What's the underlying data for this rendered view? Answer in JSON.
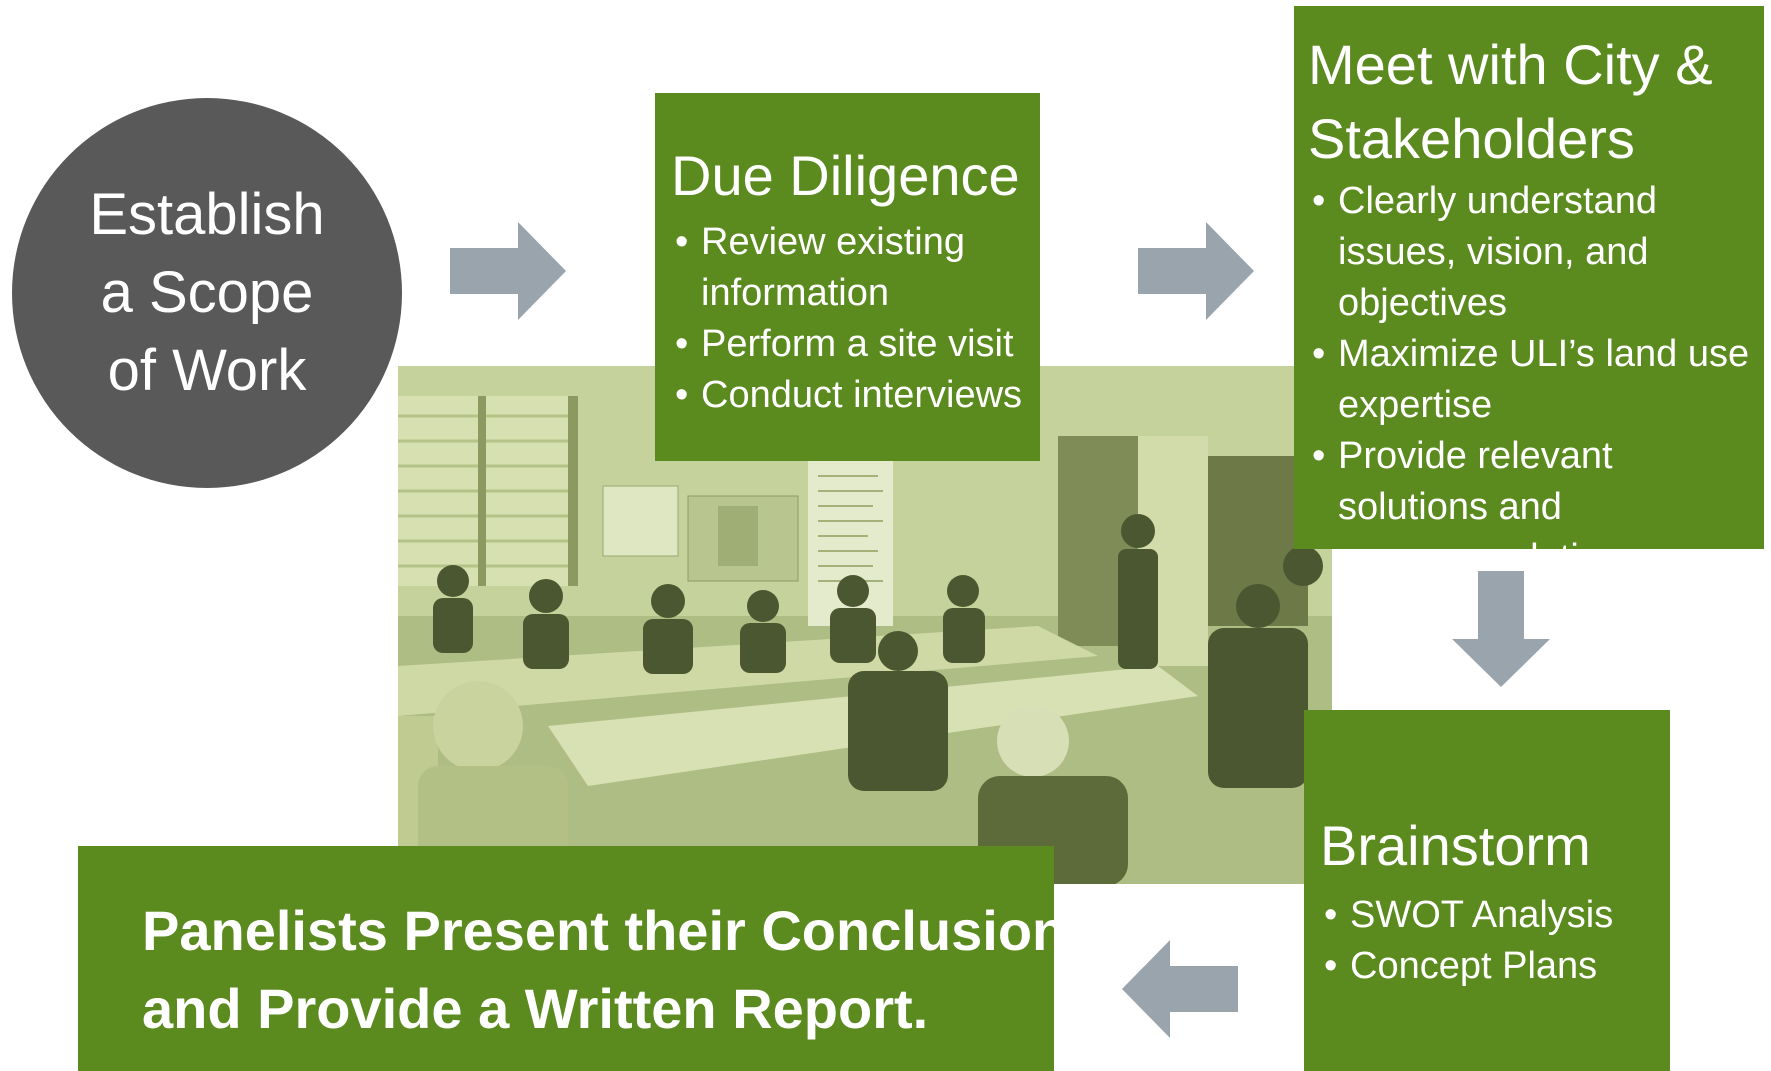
{
  "colors": {
    "green": "#5b8a1e",
    "circle": "#595959",
    "arrow": "#9aa4ad"
  },
  "scope": {
    "lines": [
      "Establish",
      "a Scope",
      "of Work"
    ]
  },
  "due_diligence": {
    "title": "Due Diligence",
    "items": [
      "Review existing information",
      "Perform a site visit",
      "Conduct interviews"
    ]
  },
  "meet": {
    "title_line1": "Meet with City &",
    "title_line2": "Stakeholders",
    "items": [
      "Clearly understand issues, vision, and objectives",
      "Maximize ULI’s land use expertise",
      "Provide relevant solutions and recommendations"
    ]
  },
  "brainstorm": {
    "title": "Brainstorm",
    "items": [
      "SWOT Analysis",
      "Concept Plans"
    ]
  },
  "present": {
    "line1": "Panelists Present their Conclusions",
    "line2": "and Provide a Written Report."
  },
  "icons": [
    "arrow-right-icon",
    "arrow-right-icon",
    "arrow-down-icon",
    "arrow-left-icon"
  ]
}
